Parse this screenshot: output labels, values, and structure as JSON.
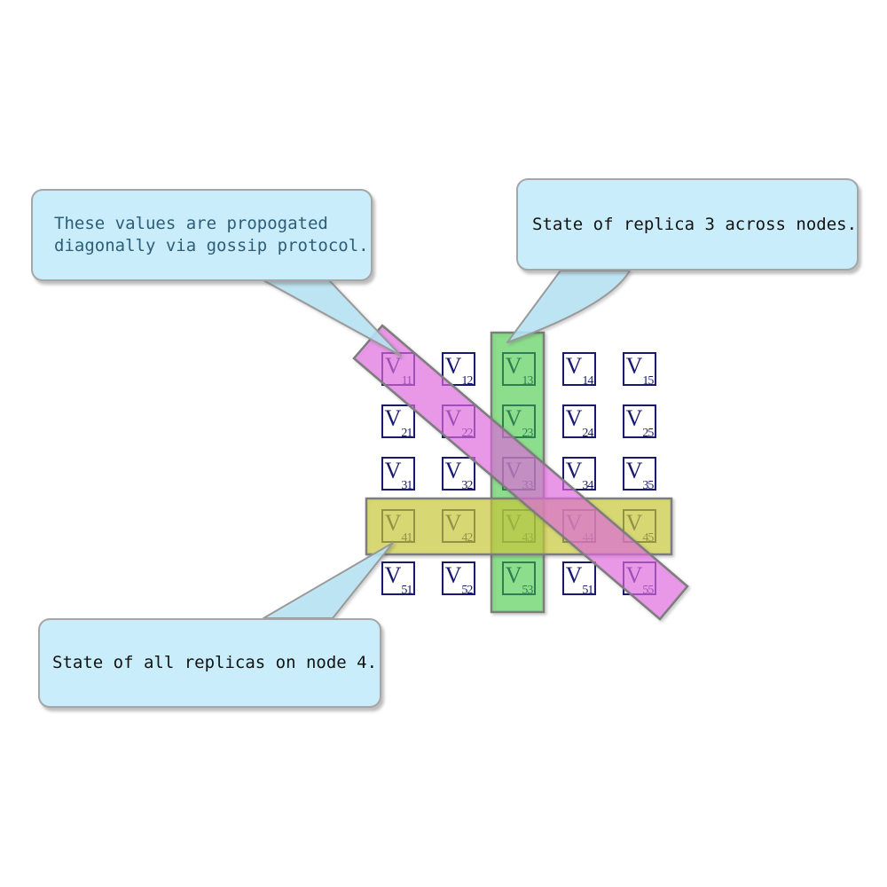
{
  "matrix": {
    "symbol": "V",
    "cells": [
      [
        "11",
        "12",
        "13",
        "14",
        "15"
      ],
      [
        "21",
        "22",
        "23",
        "24",
        "25"
      ],
      [
        "31",
        "32",
        "33",
        "34",
        "35"
      ],
      [
        "41",
        "42",
        "43",
        "44",
        "45"
      ],
      [
        "51",
        "52",
        "53",
        "51",
        "55"
      ]
    ],
    "cell_border_color": "#191970",
    "cell_text_color": "#191970"
  },
  "callouts": {
    "gossip": {
      "line1": "These values are propogated",
      "line2": "diagonally via gossip protocol.",
      "text_color": "#2d5d77"
    },
    "replica3": {
      "text": "State of replica 3 across nodes.",
      "text_color": "#121212"
    },
    "node4": {
      "text": "State of all replicas on node 4.",
      "text_color": "#121212"
    },
    "box_fill": "#c9edfa",
    "box_border": "#a6a6a6",
    "tail_fill": "rgba(186,231,248,0.85)"
  },
  "highlights": {
    "replica3_column": {
      "fill": "rgba(55,220,55,0.50)",
      "approx_solid": "#90ee90",
      "stroke": "#7d7d7d"
    },
    "node4_row": {
      "fill": "rgba(215,215,55,0.62)",
      "approx_solid": "#e8e88a",
      "stroke": "#7d7d7d"
    },
    "gossip_diagonal": {
      "fill": "rgba(242,108,238,0.60)",
      "approx_solid": "#f7a9f5",
      "stroke": "#7d7d7d"
    }
  }
}
